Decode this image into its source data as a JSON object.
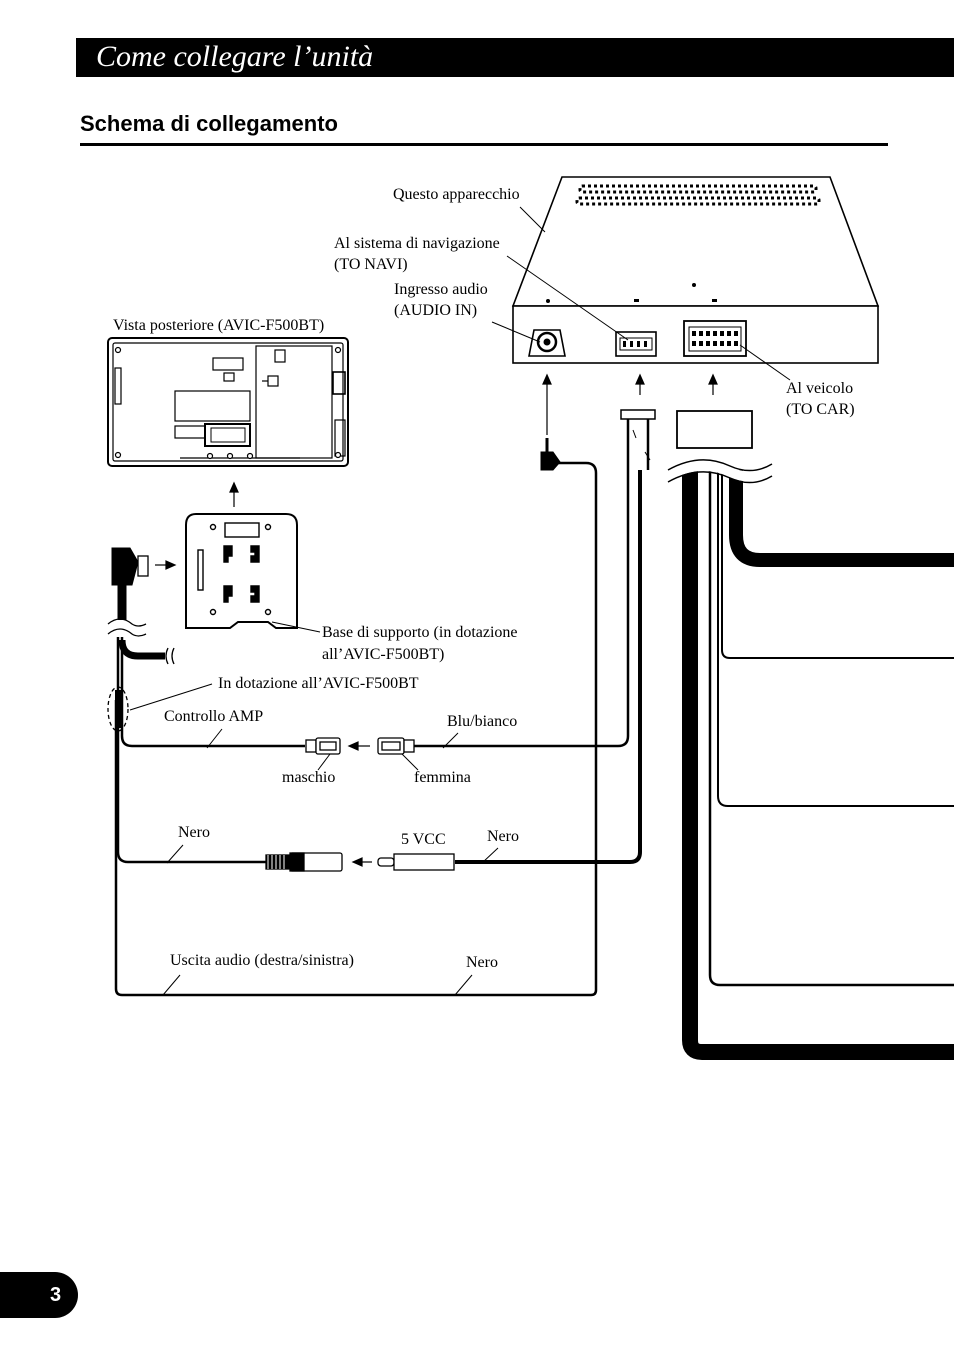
{
  "header": {
    "title": "Come collegare l’unità"
  },
  "section": {
    "title": "Schema di collegamento"
  },
  "labels": {
    "unit": "Questo apparecchio",
    "to_navi_1": "Al sistema di navigazione",
    "to_navi_2": "(TO NAVI)",
    "audio_in_1": "Ingresso audio",
    "audio_in_2": "(AUDIO IN)",
    "rear_view": "Vista posteriore (AVIC-F500BT)",
    "to_car_1": "Al veicolo",
    "to_car_2": "(TO CAR)",
    "base_1": "Base di supporto (in dotazione",
    "base_2": "all’AVIC-F500BT)",
    "supplied": "In dotazione all’AVIC-F500BT",
    "amp_control": "Controllo AMP",
    "blue_white": "Blu/bianco",
    "male": "maschio",
    "female": "femmina",
    "black_1": "Nero",
    "vcc": "5 VCC",
    "black_2": "Nero",
    "audio_out": "Uscita audio (destra/sinistra)",
    "black_3": "Nero"
  },
  "footer": {
    "page_number": "3"
  }
}
